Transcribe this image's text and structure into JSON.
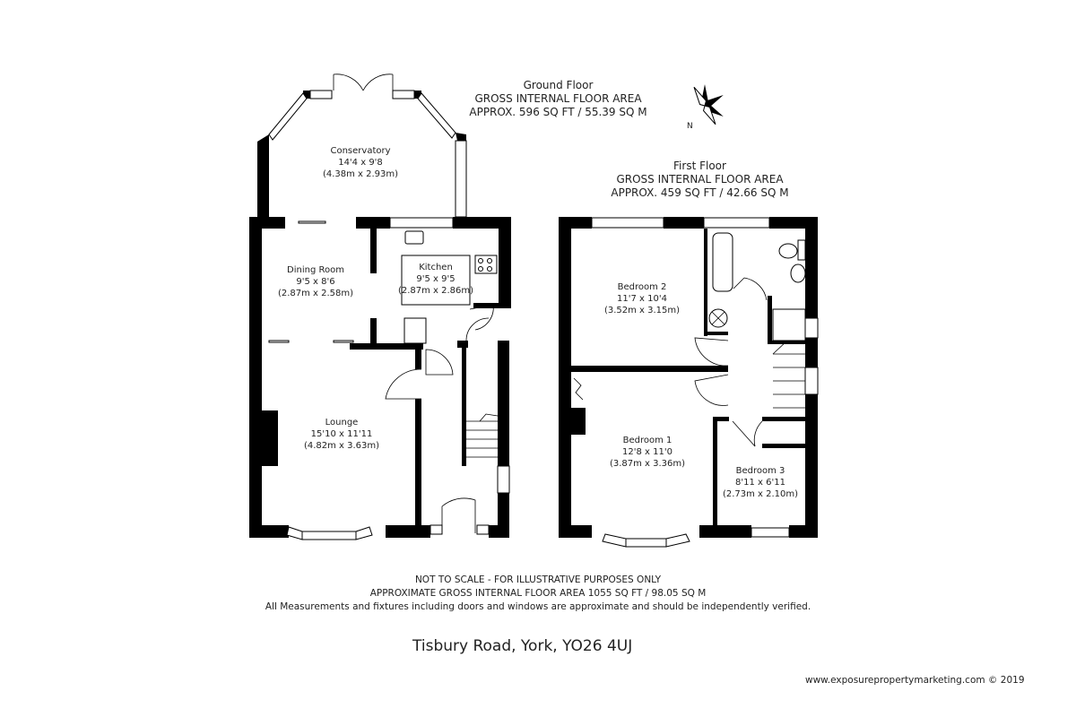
{
  "ground_floor": {
    "title": "Ground Floor",
    "area_label": "GROSS INTERNAL FLOOR AREA",
    "area_value": "APPROX. 596 SQ FT / 55.39 SQ M",
    "rooms": [
      {
        "name": "Conservatory",
        "imperial": "14'4 x 9'8",
        "metric": "(4.38m x 2.93m)"
      },
      {
        "name": "Dining Room",
        "imperial": "9'5 x 8'6",
        "metric": "(2.87m x 2.58m)"
      },
      {
        "name": "Kitchen",
        "imperial": "9'5 x 9'5",
        "metric": "(2.87m x 2.86m)"
      },
      {
        "name": "Lounge",
        "imperial": "15'10 x 11'11",
        "metric": "(4.82m x 3.63m)"
      }
    ]
  },
  "first_floor": {
    "title": "First Floor",
    "area_label": "GROSS INTERNAL FLOOR AREA",
    "area_value": "APPROX. 459 SQ FT / 42.66 SQ M",
    "rooms": [
      {
        "name": "Bedroom 2",
        "imperial": "11'7 x 10'4",
        "metric": "(3.52m x 3.15m)"
      },
      {
        "name": "Bedroom 1",
        "imperial": "12'8 x 11'0",
        "metric": "(3.87m x 3.36m)"
      },
      {
        "name": "Bedroom 3",
        "imperial": "8'11 x 6'11",
        "metric": "(2.73m x 2.10m)"
      }
    ]
  },
  "compass": {
    "label": "N"
  },
  "footer": {
    "line1": "NOT TO SCALE - FOR ILLUSTRATIVE PURPOSES ONLY",
    "line2": "APPROXIMATE GROSS INTERNAL FLOOR AREA 1055 SQ FT / 98.05 SQ M",
    "line3": "All Measurements and fixtures including doors and windows are approximate and should be independently verified."
  },
  "address": "Tisbury Road, York, YO26 4UJ",
  "credit": "www.exposurepropertymarketing.com © 2019"
}
